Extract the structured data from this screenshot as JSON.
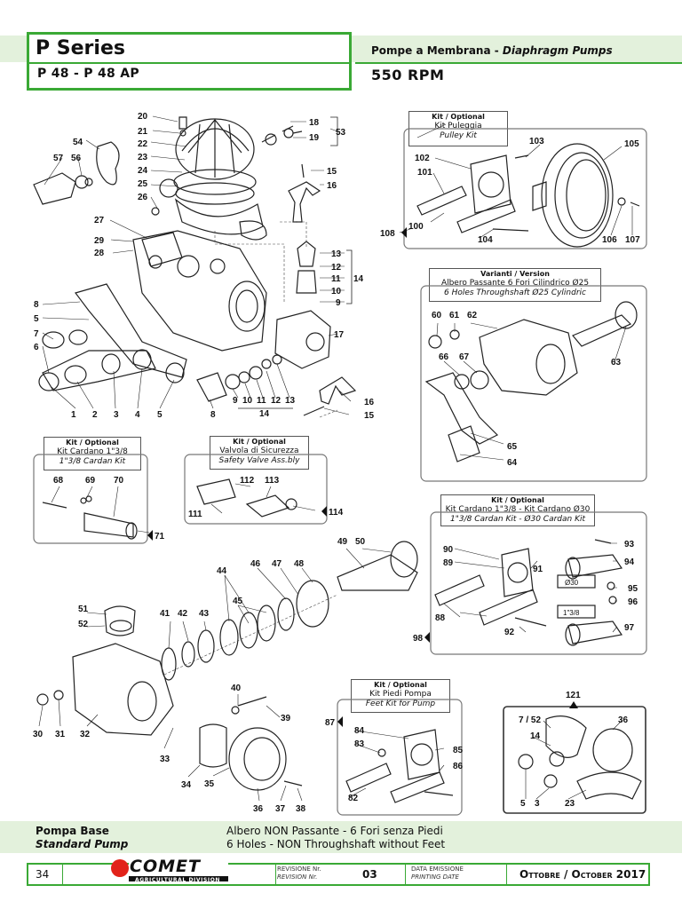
{
  "header": {
    "series": "P  Series",
    "model": "P 48 - P 48 AP",
    "pump_type_it": "Pompe a Membrana - ",
    "pump_type_en": "Diaphragm Pumps",
    "rpm": "550 RPM"
  },
  "kits": {
    "pulley": {
      "t": "Kit / Optional",
      "l1": "Kit Puleggia",
      "l2": "Pulley Kit"
    },
    "version": {
      "t": "Varianti  /  Version",
      "l1": "Albero Passante 6 Fori Cilindrico Ø25",
      "l2": "6 Holes Throughshaft Ø25 Cylindric"
    },
    "cardan138": {
      "t": "Kit / Optional",
      "l1": "Kit Cardano 1\"3/8",
      "l2": "1\"3/8 Cardan Kit"
    },
    "valve": {
      "t": "Kit / Optional",
      "l1": "Valvola di Sicurezza",
      "l2": "Safety Valve Ass.bly"
    },
    "cardan30": {
      "t": "Kit / Optional",
      "l1": "Kit Cardano 1\"3/8  -  Kit Cardano Ø30",
      "l2": "1\"3/8 Cardan Kit  -  Ø30 Cardan Kit"
    },
    "feet": {
      "t": "Kit / Optional",
      "l1": "Kit Piedi Pompa",
      "l2": "Feet Kit for Pump"
    }
  },
  "labels": {
    "n1": "1",
    "n2": "2",
    "n3": "3",
    "n4": "4",
    "n5": "5",
    "n6": "6",
    "n7": "7",
    "n8": "8",
    "n9": "9",
    "n10": "10",
    "n11": "11",
    "n12": "12",
    "n13": "13",
    "n14": "14",
    "n15": "15",
    "n16": "16",
    "n17": "17",
    "n18": "18",
    "n19": "19",
    "n20": "20",
    "n21": "21",
    "n22": "22",
    "n23": "23",
    "n24": "24",
    "n25": "25",
    "n26": "26",
    "n27": "27",
    "n28": "28",
    "n29": "29",
    "n30": "30",
    "n31": "31",
    "n32": "32",
    "n33": "33",
    "n34": "34",
    "n35": "35",
    "n36": "36",
    "n37": "37",
    "n38": "38",
    "n39": "39",
    "n40": "40",
    "n41": "41",
    "n42": "42",
    "n43": "43",
    "n44": "44",
    "n45": "45",
    "n46": "46",
    "n47": "47",
    "n48": "48",
    "n49": "49",
    "n50": "50",
    "n51": "51",
    "n52": "52",
    "n53": "53",
    "n54": "54",
    "n56": "56",
    "n57": "57",
    "n60": "60",
    "n61": "61",
    "n62": "62",
    "n63": "63",
    "n64": "64",
    "n65": "65",
    "n66": "66",
    "n67": "67",
    "n68": "68",
    "n69": "69",
    "n70": "70",
    "n71": "71",
    "n82": "82",
    "n83": "83",
    "n84": "84",
    "n85": "85",
    "n86": "86",
    "n87": "87",
    "n88": "88",
    "n89": "89",
    "n90": "90",
    "n91": "91",
    "n92": "92",
    "n93": "93",
    "n94": "94",
    "n95": "95",
    "n96": "96",
    "n97": "97",
    "n98": "98",
    "n100": "100",
    "n101": "101",
    "n102": "102",
    "n103": "103",
    "n104": "104",
    "n105": "105",
    "n106": "106",
    "n107": "107",
    "n108": "108",
    "n111": "111",
    "n112": "112",
    "n113": "113",
    "n114": "114",
    "n121": "121",
    "n7_52": "7 / 52",
    "d30": "Ø30",
    "d138": "1\"3/8"
  },
  "footer": {
    "a1": "Pompa Base",
    "a2": "Standard Pump",
    "b1": "Albero NON Passante - 6 Fori senza Piedi",
    "b2": "6 Holes -  NON Throughshaft without Feet",
    "page": "34",
    "logo": "COMET",
    "logo_sub": "AGRICULTURAL DIVISION",
    "rev_l1": "REVISIONE Nr.",
    "rev_l2": "REVISION Nr.",
    "rev": "03",
    "date_l1": "DATA EMISSIONE",
    "date_l2": "PRINTING DATE",
    "date": "Ottobre / October 2017"
  },
  "colors": {
    "accent": "#3aa935",
    "band": "#e3f1dc",
    "logo_red": "#e2231a"
  }
}
